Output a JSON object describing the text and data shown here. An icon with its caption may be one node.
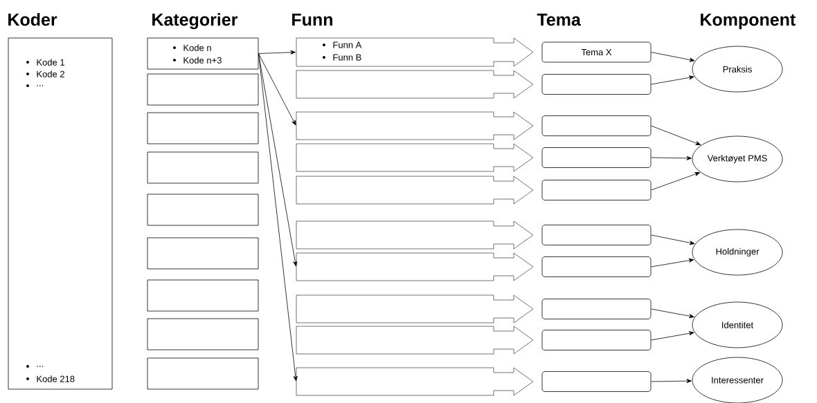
{
  "diagram": {
    "nodes": [
      {
        "text": [
          "Kode 1",
          "Kode 2",
          "...",
          "...",
          "Kode 218"
        ]
      },
      {
        "text": [
          "Kode n",
          "Kode n+3"
        ]
      },
      {
        "text": [],
        "shape": "box"
      },
      {
        "text": [],
        "shape": "box"
      },
      {
        "text": [],
        "shape": "box"
      },
      {
        "text": [],
        "shape": "box"
      },
      {
        "text": [],
        "shape": "box"
      },
      {
        "text": [],
        "shape": "box"
      },
      {
        "text": [],
        "shape": "box"
      },
      {
        "text": [],
        "shape": "box"
      },
      {
        "text": [
          "Funn A",
          "Funn B"
        ]
      },
      {
        "text": [],
        "shape": "arrow"
      },
      {
        "text": [],
        "shape": "arrow"
      },
      {
        "text": [],
        "shape": "arrow"
      },
      {
        "text": [],
        "shape": "arrow"
      },
      {
        "text": [],
        "shape": "arrow"
      },
      {
        "text": [],
        "shape": "arrow"
      },
      {
        "text": [],
        "shape": "arrow"
      },
      {
        "text": [],
        "shape": "arrow"
      },
      {
        "text": [],
        "shape": "arrow"
      },
      {
        "text": [
          "Tema X"
        ]
      },
      {
        "text": [],
        "shape": "box"
      },
      {
        "text": [],
        "shape": "box"
      },
      {
        "text": [],
        "shape": "box"
      },
      {
        "text": [],
        "shape": "box"
      },
      {
        "text": [],
        "shape": "box"
      },
      {
        "text": [],
        "shape": "box"
      },
      {
        "text": [],
        "shape": "box"
      },
      {
        "text": [],
        "shape": "box"
      },
      {
        "text": [],
        "shape": "box"
      },
      {
        "text": [
          "Praksis"
        ]
      },
      {
        "text": [
          "Verktøyet PMS"
        ]
      },
      {
        "text": [
          "Holdninger"
        ]
      },
      {
        "text": [
          "Identitet"
        ]
      },
      {
        "text": [
          "Interessenter"
        ]
      }
    ],
    "edges": [
      {
        "from": 1,
        "to": 10,
        "arrow": "to"
      },
      {
        "from": 1,
        "to": 12,
        "arrow": "to"
      },
      {
        "from": 1,
        "to": 16,
        "arrow": "to"
      },
      {
        "from": 1,
        "to": 19,
        "arrow": "to"
      },
      {
        "from": 20,
        "to": 30,
        "arrow": "to"
      },
      {
        "from": 21,
        "to": 30,
        "arrow": "to"
      },
      {
        "from": 22,
        "to": 31,
        "arrow": "to"
      },
      {
        "from": 23,
        "to": 31,
        "arrow": "to"
      },
      {
        "from": 24,
        "to": 31,
        "arrow": "to"
      },
      {
        "from": 25,
        "to": 32,
        "arrow": "to"
      },
      {
        "from": 26,
        "to": 32,
        "arrow": "to"
      },
      {
        "from": 27,
        "to": 33,
        "arrow": "to"
      },
      {
        "from": 28,
        "to": 33,
        "arrow": "to"
      },
      {
        "from": 29,
        "to": 34,
        "arrow": "to"
      }
    ],
    "labels": [
      "Koder",
      "Kategorier",
      "Funn",
      "Tema",
      "Komponent"
    ]
  }
}
